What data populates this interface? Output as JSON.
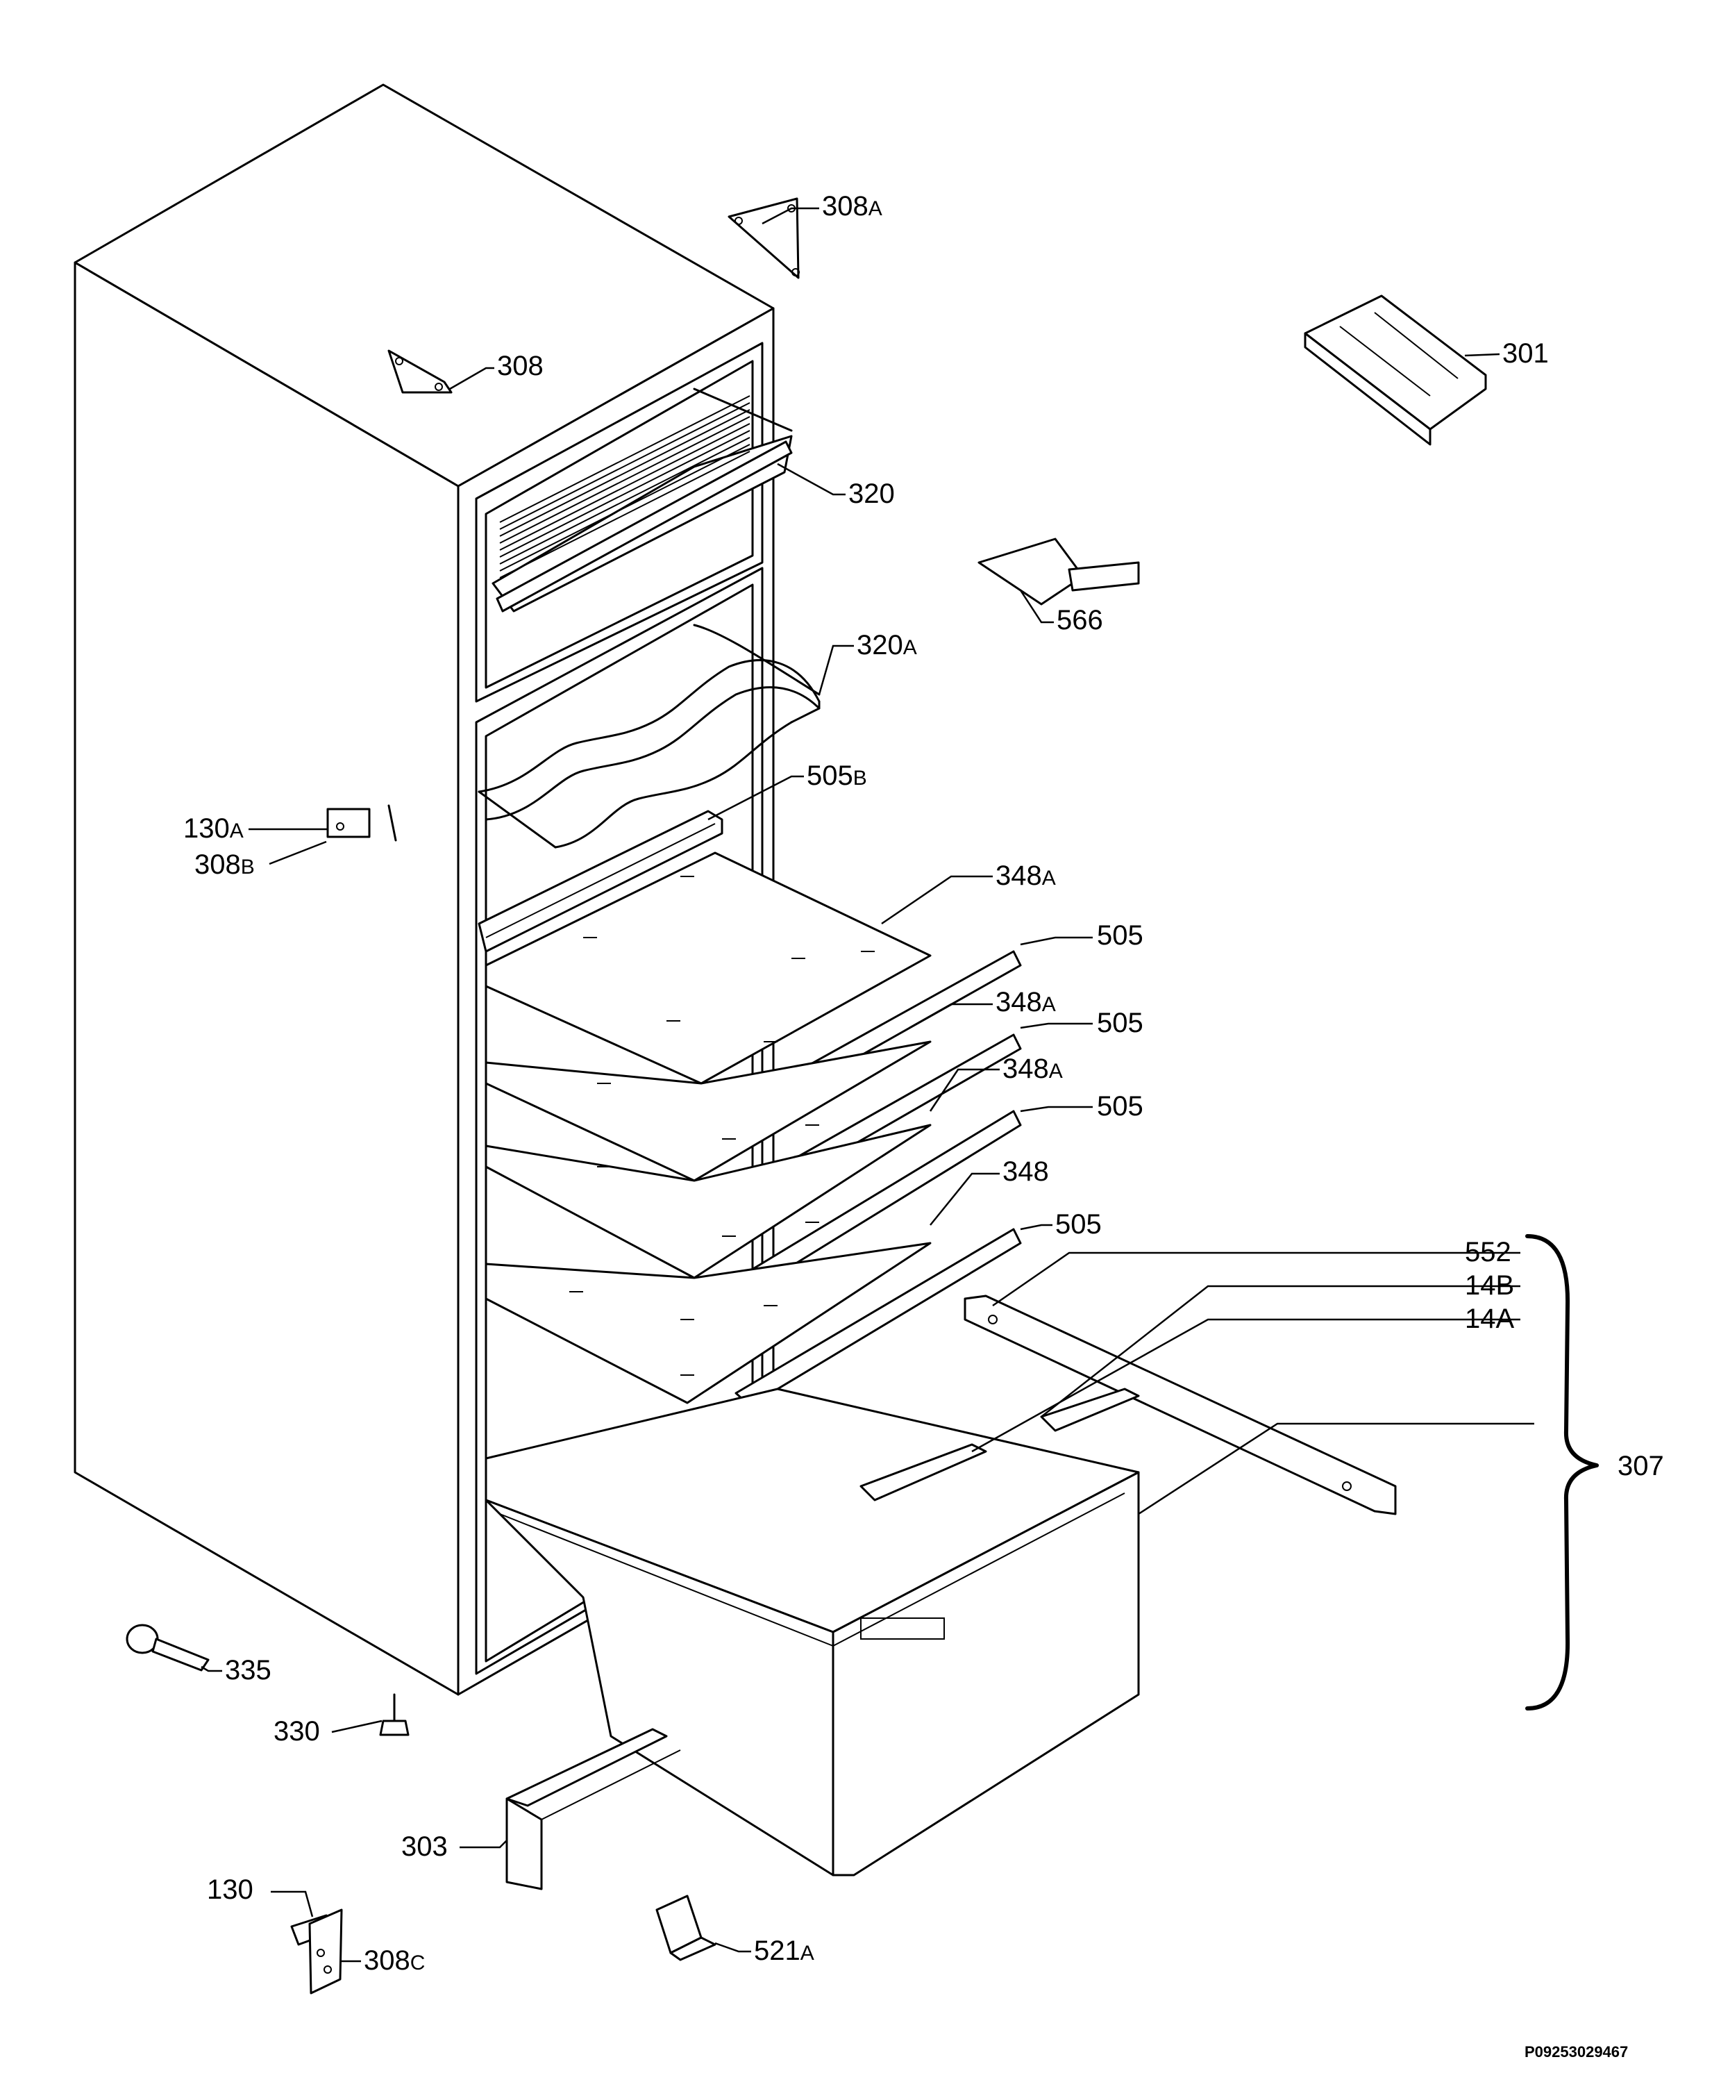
{
  "diagram": {
    "document_code": "P09253029467"
  },
  "labels": {
    "l308a": "308",
    "l308a_suffix": "A",
    "l308": "308",
    "l301": "301",
    "l320": "320",
    "l566": "566",
    "l320a": "320",
    "l320a_suffix": "A",
    "l505b": "505",
    "l505b_suffix": "B",
    "l130a": "130",
    "l130a_suffix": "A",
    "l308b": "308",
    "l308b_suffix": "B",
    "l348a_1": "348",
    "l348a_1_suffix": "A",
    "l505_1": "505",
    "l348a_2": "348",
    "l348a_2_suffix": "A",
    "l505_2": "505",
    "l348a_3": "348",
    "l348a_3_suffix": "A",
    "l505_3": "505",
    "l348": "348",
    "l505_4": "505",
    "l552": "552",
    "l14b": "14B",
    "l14a": "14A",
    "l307": "307",
    "l335": "335",
    "l330": "330",
    "l303": "303",
    "l130": "130",
    "l308c": "308",
    "l308c_suffix": "C",
    "l521a": "521",
    "l521a_suffix": "A"
  }
}
